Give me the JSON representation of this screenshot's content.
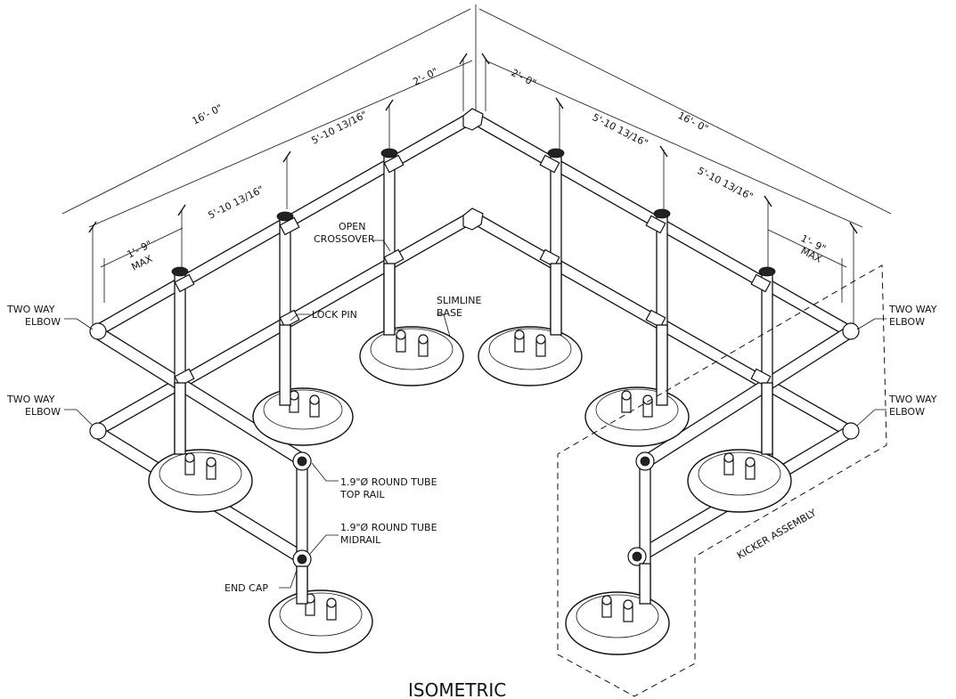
{
  "labels": {
    "two_way_elbow_left_top": [
      "TWO WAY",
      "ELBOW"
    ],
    "two_way_elbow_left_bottom": [
      "TWO WAY",
      "ELBOW"
    ],
    "two_way_elbow_right_top": [
      "TWO WAY",
      "ELBOW"
    ],
    "two_way_elbow_right_bottom": [
      "TWO WAY",
      "ELBOW"
    ],
    "open_crossover": [
      "OPEN",
      "CROSSOVER"
    ],
    "lock_pin": "LOCK PIN",
    "slimline_base": [
      "SLIMLINE",
      "BASE"
    ],
    "top_rail": [
      "1.9\"Ø ROUND TUBE",
      "TOP RAIL"
    ],
    "midrail": [
      "1.9\"Ø ROUND TUBE",
      "MIDRAIL"
    ],
    "end_cap": "END CAP",
    "kicker_assembly": "KICKER ASSEMBLY",
    "view_title": "ISOMETRIC"
  },
  "dimensions": {
    "left_overall": "16'- 0\"",
    "left_corner": "2'- 0\"",
    "left_span_1": "5'-10 13/16\"",
    "left_span_2": "5'-10 13/16\"",
    "left_end": "1'- 9\"",
    "left_end_note": "MAX",
    "right_corner": "2'- 0\"",
    "right_span_1": "5'-10 13/16\"",
    "right_overall": "16'- 0\"",
    "right_span_2": "5'-10 13/16\"",
    "right_end": "1'- 9\"",
    "right_end_note": "MAX"
  }
}
